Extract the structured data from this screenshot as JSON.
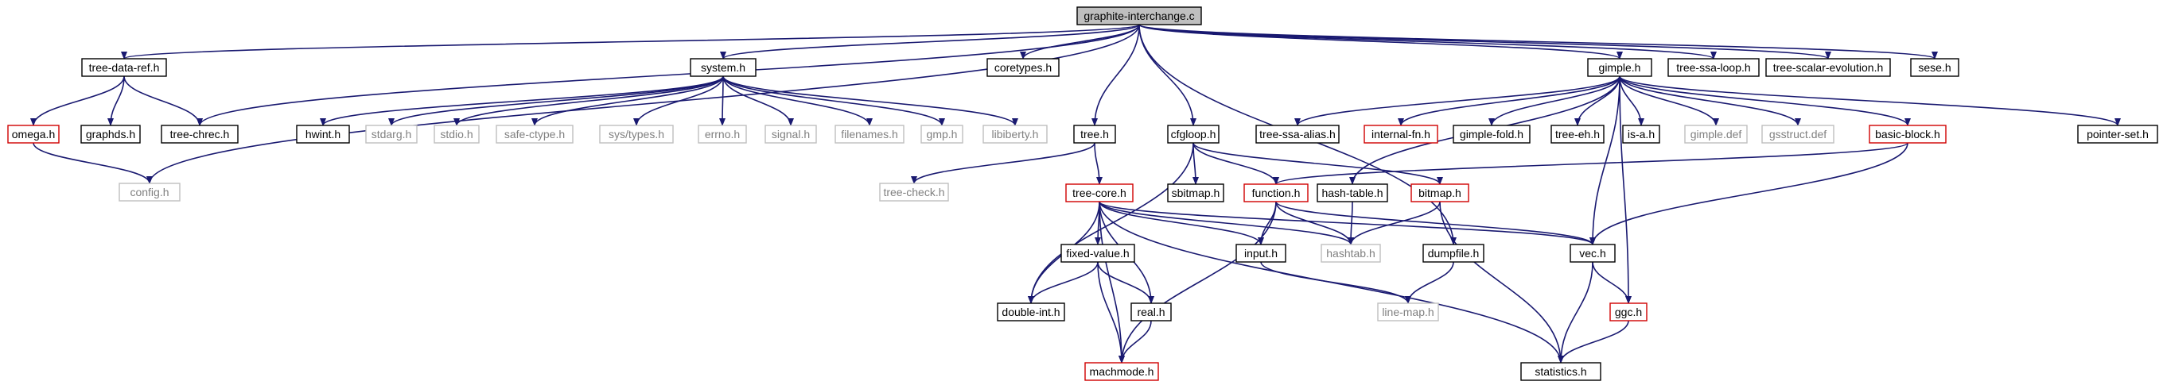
{
  "diagram": {
    "nodes": [
      {
        "id": "root",
        "label": "graphite-interchange.c",
        "style": "root"
      },
      {
        "id": "tdr",
        "label": "tree-data-ref.h",
        "style": "solid"
      },
      {
        "id": "system",
        "label": "system.h",
        "style": "solid"
      },
      {
        "id": "coretypes",
        "label": "coretypes.h",
        "style": "solid"
      },
      {
        "id": "gimple",
        "label": "gimple.h",
        "style": "solid"
      },
      {
        "id": "tsl",
        "label": "tree-ssa-loop.h",
        "style": "solid"
      },
      {
        "id": "tse",
        "label": "tree-scalar-evolution.h",
        "style": "solid"
      },
      {
        "id": "sese",
        "label": "sese.h",
        "style": "solid"
      },
      {
        "id": "omega",
        "label": "omega.h",
        "style": "link"
      },
      {
        "id": "graphds",
        "label": "graphds.h",
        "style": "solid"
      },
      {
        "id": "chrec",
        "label": "tree-chrec.h",
        "style": "solid"
      },
      {
        "id": "hwint",
        "label": "hwint.h",
        "style": "solid"
      },
      {
        "id": "stdarg",
        "label": "stdarg.h",
        "style": "ext"
      },
      {
        "id": "stdio",
        "label": "stdio.h",
        "style": "ext"
      },
      {
        "id": "safectype",
        "label": "safe-ctype.h",
        "style": "ext"
      },
      {
        "id": "systypes",
        "label": "sys/types.h",
        "style": "ext"
      },
      {
        "id": "errno",
        "label": "errno.h",
        "style": "ext"
      },
      {
        "id": "signal",
        "label": "signal.h",
        "style": "ext"
      },
      {
        "id": "filenames",
        "label": "filenames.h",
        "style": "ext"
      },
      {
        "id": "gmp",
        "label": "gmp.h",
        "style": "ext"
      },
      {
        "id": "libiberty",
        "label": "libiberty.h",
        "style": "ext"
      },
      {
        "id": "tree",
        "label": "tree.h",
        "style": "solid"
      },
      {
        "id": "cfgloop",
        "label": "cfgloop.h",
        "style": "solid"
      },
      {
        "id": "tssaalias",
        "label": "tree-ssa-alias.h",
        "style": "solid"
      },
      {
        "id": "internalfn",
        "label": "internal-fn.h",
        "style": "link"
      },
      {
        "id": "gimplefold",
        "label": "gimple-fold.h",
        "style": "solid"
      },
      {
        "id": "treeeh",
        "label": "tree-eh.h",
        "style": "solid"
      },
      {
        "id": "isa",
        "label": "is-a.h",
        "style": "solid"
      },
      {
        "id": "gimpledef",
        "label": "gimple.def",
        "style": "ext"
      },
      {
        "id": "gsstruct",
        "label": "gsstruct.def",
        "style": "ext"
      },
      {
        "id": "bb",
        "label": "basic-block.h",
        "style": "link"
      },
      {
        "id": "pointerset",
        "label": "pointer-set.h",
        "style": "solid"
      },
      {
        "id": "config",
        "label": "config.h",
        "style": "ext"
      },
      {
        "id": "treecheck",
        "label": "tree-check.h",
        "style": "ext"
      },
      {
        "id": "treecore",
        "label": "tree-core.h",
        "style": "link"
      },
      {
        "id": "sbitmap",
        "label": "sbitmap.h",
        "style": "solid"
      },
      {
        "id": "function",
        "label": "function.h",
        "style": "link"
      },
      {
        "id": "hashtable",
        "label": "hash-table.h",
        "style": "solid"
      },
      {
        "id": "bitmap",
        "label": "bitmap.h",
        "style": "link"
      },
      {
        "id": "fixedvalue",
        "label": "fixed-value.h",
        "style": "solid"
      },
      {
        "id": "input",
        "label": "input.h",
        "style": "solid"
      },
      {
        "id": "hashtab",
        "label": "hashtab.h",
        "style": "ext"
      },
      {
        "id": "dumpfile",
        "label": "dumpfile.h",
        "style": "solid"
      },
      {
        "id": "vec",
        "label": "vec.h",
        "style": "solid"
      },
      {
        "id": "doubleint",
        "label": "double-int.h",
        "style": "solid"
      },
      {
        "id": "real",
        "label": "real.h",
        "style": "solid"
      },
      {
        "id": "linemap",
        "label": "line-map.h",
        "style": "ext"
      },
      {
        "id": "ggc",
        "label": "ggc.h",
        "style": "link"
      },
      {
        "id": "machmode",
        "label": "machmode.h",
        "style": "link"
      },
      {
        "id": "statistics",
        "label": "statistics.h",
        "style": "solid"
      }
    ],
    "edges": [
      [
        "root",
        "tdr"
      ],
      [
        "root",
        "chrec"
      ],
      [
        "root",
        "config"
      ],
      [
        "root",
        "system"
      ],
      [
        "root",
        "coretypes"
      ],
      [
        "root",
        "tree"
      ],
      [
        "root",
        "cfgloop"
      ],
      [
        "root",
        "dumpfile"
      ],
      [
        "root",
        "gimple"
      ],
      [
        "root",
        "tsl"
      ],
      [
        "root",
        "tse"
      ],
      [
        "root",
        "sese"
      ],
      [
        "tdr",
        "omega"
      ],
      [
        "tdr",
        "graphds"
      ],
      [
        "tdr",
        "chrec"
      ],
      [
        "omega",
        "config"
      ],
      [
        "system",
        "hwint"
      ],
      [
        "system",
        "stdarg"
      ],
      [
        "system",
        "stdio"
      ],
      [
        "system",
        "safectype"
      ],
      [
        "system",
        "systypes"
      ],
      [
        "system",
        "errno"
      ],
      [
        "system",
        "signal"
      ],
      [
        "system",
        "filenames"
      ],
      [
        "system",
        "gmp"
      ],
      [
        "system",
        "libiberty"
      ],
      [
        "tree",
        "treecheck"
      ],
      [
        "tree",
        "treecore"
      ],
      [
        "cfgloop",
        "sbitmap"
      ],
      [
        "cfgloop",
        "function"
      ],
      [
        "cfgloop",
        "bitmap"
      ],
      [
        "cfgloop",
        "doubleint"
      ],
      [
        "gimple",
        "tssaalias"
      ],
      [
        "gimple",
        "internalfn"
      ],
      [
        "gimple",
        "gimplefold"
      ],
      [
        "gimple",
        "treeeh"
      ],
      [
        "gimple",
        "isa"
      ],
      [
        "gimple",
        "gimpledef"
      ],
      [
        "gimple",
        "gsstruct"
      ],
      [
        "gimple",
        "bb"
      ],
      [
        "gimple",
        "pointerset"
      ],
      [
        "gimple",
        "hashtable"
      ],
      [
        "gimple",
        "vec"
      ],
      [
        "gimple",
        "ggc"
      ],
      [
        "bb",
        "function"
      ],
      [
        "bb",
        "vec"
      ],
      [
        "treecore",
        "fixedvalue"
      ],
      [
        "treecore",
        "input"
      ],
      [
        "treecore",
        "hashtab"
      ],
      [
        "treecore",
        "vec"
      ],
      [
        "treecore",
        "doubleint"
      ],
      [
        "treecore",
        "real"
      ],
      [
        "treecore",
        "machmode"
      ],
      [
        "treecore",
        "statistics"
      ],
      [
        "function",
        "input"
      ],
      [
        "function",
        "hashtab"
      ],
      [
        "function",
        "vec"
      ],
      [
        "function",
        "machmode"
      ],
      [
        "hashtable",
        "hashtab"
      ],
      [
        "bitmap",
        "hashtab"
      ],
      [
        "bitmap",
        "statistics"
      ],
      [
        "fixedvalue",
        "doubleint"
      ],
      [
        "fixedvalue",
        "real"
      ],
      [
        "fixedvalue",
        "machmode"
      ],
      [
        "real",
        "machmode"
      ],
      [
        "input",
        "linemap"
      ],
      [
        "dumpfile",
        "linemap"
      ],
      [
        "vec",
        "ggc"
      ],
      [
        "vec",
        "statistics"
      ],
      [
        "ggc",
        "statistics"
      ]
    ]
  }
}
